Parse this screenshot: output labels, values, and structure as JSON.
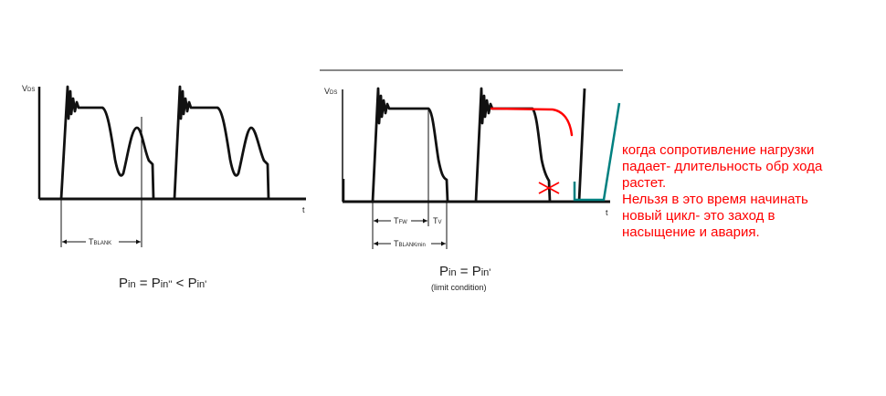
{
  "left_diagram": {
    "y_axis_label": "V",
    "y_axis_sub": "DS",
    "x_axis_label": "t",
    "interval_label": "T",
    "interval_sub": "BLANK",
    "caption": {
      "p1": "P",
      "s1": "in",
      "eq": " = ",
      "p2": "P",
      "s2": "in''",
      "lt": " < ",
      "p3": "P",
      "s3": "in'"
    }
  },
  "right_diagram": {
    "y_axis_label": "V",
    "y_axis_sub": "DS",
    "x_axis_label": "t",
    "tfw_label": "T",
    "tfw_sub": "FW",
    "tv_label": "T",
    "tv_sub": "V",
    "blankmin_label": "T",
    "blankmin_sub": "BLANKmin",
    "caption": {
      "p1": "P",
      "s1": "in",
      "eq": " = ",
      "p2": "P",
      "s2": "in'"
    },
    "caption_note": "(limit condition)"
  },
  "annotation": {
    "color": "#ff0000",
    "lines": [
      "когда сопротивление нагрузки",
      "падает- длительность обр хода",
      "растет.",
      "Нельзя в это время начинать",
      "новый цикл- это заход в",
      "насыщение и авария."
    ]
  },
  "colors": {
    "trace": "#1a1a1a",
    "red_mark": "#ff0000",
    "teal_mark": "#008080"
  }
}
